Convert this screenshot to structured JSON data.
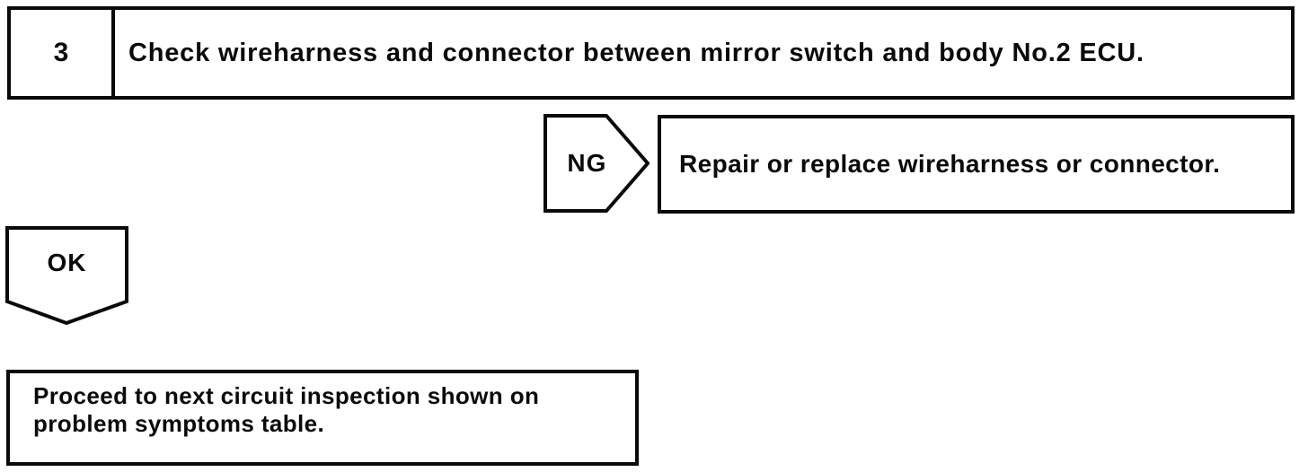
{
  "colors": {
    "ink": "#0a0a0a",
    "background": "#ffffff"
  },
  "flowchart": {
    "step": {
      "number": "3",
      "instruction": "Check wireharness and connector between mirror switch and body No.2 ECU."
    },
    "ng_branch": {
      "label": "NG",
      "action": "Repair or replace wireharness or connector."
    },
    "ok_branch": {
      "label": "OK",
      "action_lines": [
        "Proceed to next circuit inspection shown on",
        "problem symptoms table."
      ]
    }
  }
}
